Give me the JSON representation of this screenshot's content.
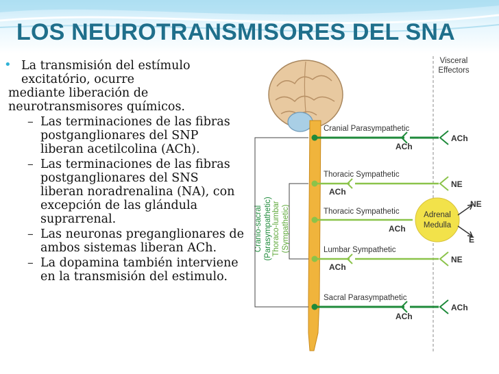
{
  "slide": {
    "title": "LOS NEUROTRANSMISORES DEL SNA",
    "intro_line1": "La transmisión del estímulo excitatório, ocurre",
    "intro_line2": "mediante liberación de neurotransmisores químicos.",
    "bullets": [
      "Las terminaciones de las fibras postganglionares del SNP liberan acetilcolina (ACh).",
      "Las terminaciones de las fibras postganglionares del SNS liberan noradrenalina (NA), con excepción de las glándula suprarrenal.",
      "Las neuronas preganglionares de ambos sistemas liberan ACh.",
      "La dopamina también interviene en la transmisión del estimulo."
    ]
  },
  "figure": {
    "header_visceral": "Visceral",
    "header_effectors": "Effectors",
    "side_cranio": "Cranio-sacral",
    "side_cranio_sub": "(Parasympathetic)",
    "side_thoraco": "Thoraco-lumbar",
    "side_thoraco_sub": "(Sympathetic)",
    "rows": [
      {
        "label": "Cranial Parasympathetic",
        "left_nt": "ACh",
        "right_nt": "ACh"
      },
      {
        "label": "Thoracic Sympathetic",
        "left_nt": "ACh",
        "right_nt": "NE"
      },
      {
        "label": "Thoracic Sympathetic",
        "left_nt": "ACh"
      },
      {
        "label": "Lumbar Sympathetic",
        "left_nt": "ACh",
        "right_nt": "NE"
      },
      {
        "label": "Sacral Parasympathetic",
        "left_nt": "ACh",
        "right_nt": "ACh"
      }
    ],
    "adrenal_line1": "Adrenal",
    "adrenal_line2": "Medulla",
    "adrenal_out1": "NE",
    "adrenal_out2": "E"
  },
  "colors": {
    "title": "#1f6f8b",
    "bullet": "#2fb2d6",
    "parasympathetic": "#1e8a3a",
    "sympathetic": "#8bc34a",
    "adrenal": "#f2e24a",
    "spinal_cord": "#f0b43c"
  }
}
